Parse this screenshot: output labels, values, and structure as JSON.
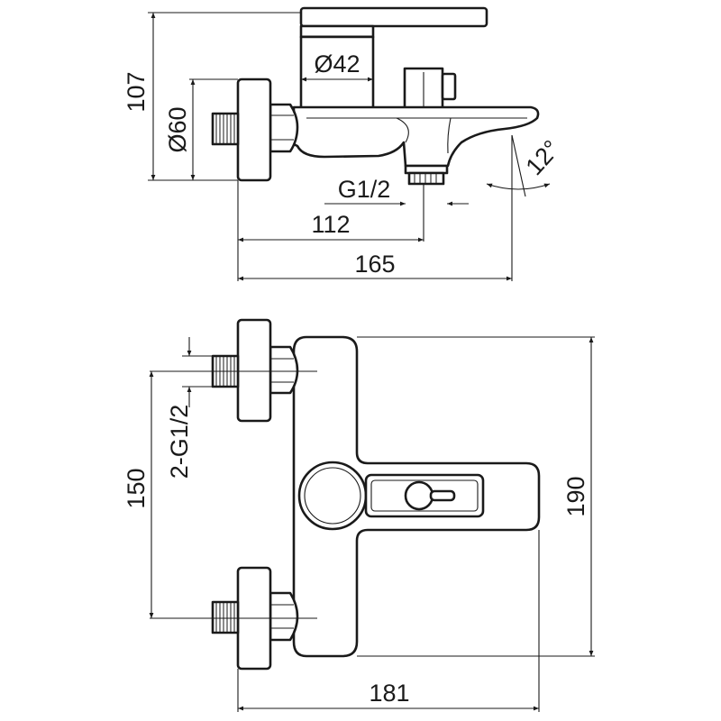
{
  "dimensions": {
    "handle_diameter": "Ø42",
    "height_top": "107",
    "flange_diameter": "Ø60",
    "angle": "12°",
    "outlet_thread": "G1/2",
    "outlet_distance": "112",
    "depth": "165",
    "inlet_thread": "2-G1/2",
    "inlet_spacing": "150",
    "body_height": "190",
    "width": "181"
  }
}
